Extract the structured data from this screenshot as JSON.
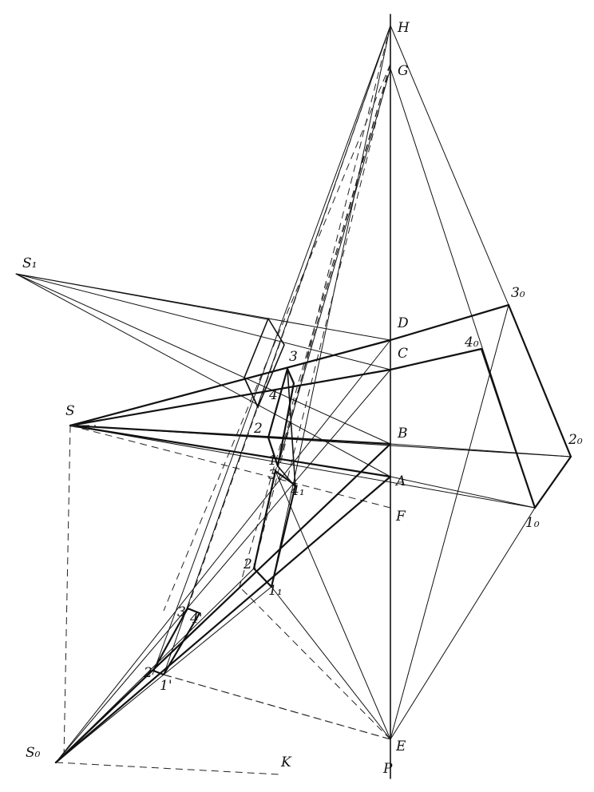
{
  "diagram": {
    "labels": {
      "H": "H",
      "G": "G",
      "D": "D",
      "C": "C",
      "B": "B",
      "A": "A",
      "F": "F",
      "E": "E",
      "P": "P",
      "S": "S",
      "S1": "S₁",
      "S0": "S₀",
      "K": "K",
      "one_o": "1₀",
      "two_o": "2₀",
      "three_o": "3₀",
      "four_o": "4₀",
      "one": "1",
      "two": "2",
      "three": "3",
      "four": "4",
      "one_1": "1₁",
      "two_1": "2₁",
      "three_1": "3₁",
      "four_1": "4₁",
      "one_p": "1'",
      "two_p": "2'",
      "three_p": "3'",
      "four_p": "4'"
    }
  }
}
